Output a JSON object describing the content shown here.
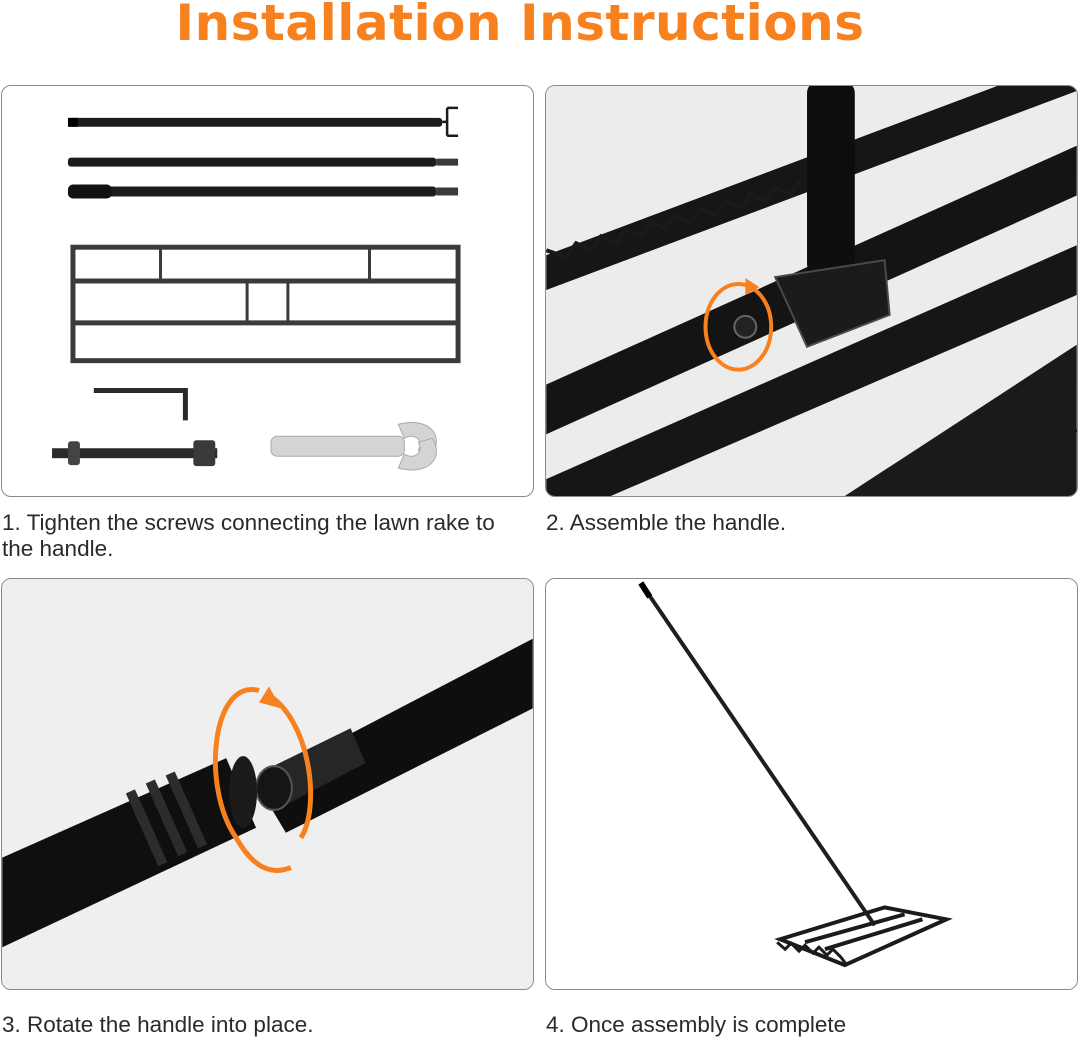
{
  "title": "Installation Instructions",
  "accent_color": "#f7801f",
  "steps": [
    {
      "caption": "1. Tighten the screws connecting the lawn rake to the handle."
    },
    {
      "caption": "2. Assemble the handle."
    },
    {
      "caption": "3. Rotate the handle into place."
    },
    {
      "caption": "4. Once assembly is complete"
    }
  ]
}
